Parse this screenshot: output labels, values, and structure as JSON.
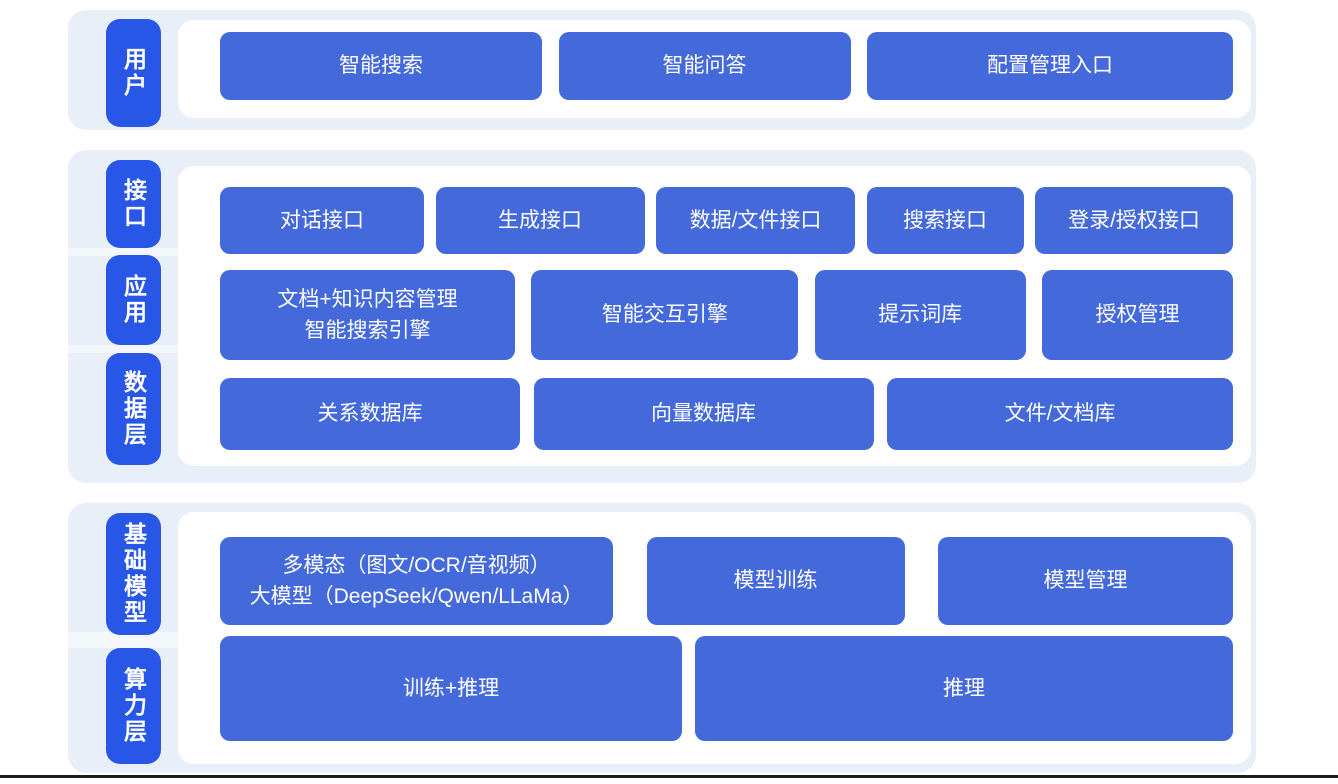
{
  "colors": {
    "section_panel_bg": "#e9eff8",
    "inner_panel_bg": "#ffffff",
    "layer_pill_blue": "#2857e8",
    "box_blue": "#4469da",
    "box_text": "#ffffff",
    "bottom_rule": "#1c1c1c"
  },
  "sections": [
    {
      "name": "user-layer",
      "labels": [
        {
          "text": "用户"
        }
      ],
      "rows": [
        {
          "boxes": [
            {
              "text": "智能搜索"
            },
            {
              "text": "智能问答"
            },
            {
              "text": "配置管理入口"
            }
          ]
        }
      ]
    },
    {
      "name": "api-app-data-layers",
      "labels": [
        {
          "text": "接口"
        },
        {
          "text": "应用"
        },
        {
          "text": "数据层"
        }
      ],
      "rows": [
        {
          "boxes": [
            {
              "text": "对话接口"
            },
            {
              "text": "生成接口"
            },
            {
              "text": "数据/文件接口"
            },
            {
              "text": "搜索接口"
            },
            {
              "text": "登录/授权接口"
            }
          ]
        },
        {
          "boxes": [
            {
              "text": "文档+知识内容管理\n智能搜索引擎"
            },
            {
              "text": "智能交互引擎"
            },
            {
              "text": "提示词库"
            },
            {
              "text": "授权管理"
            }
          ]
        },
        {
          "boxes": [
            {
              "text": "关系数据库"
            },
            {
              "text": "向量数据库"
            },
            {
              "text": "文件/文档库"
            }
          ]
        }
      ]
    },
    {
      "name": "model-compute-layers",
      "labels": [
        {
          "text": "基础模型"
        },
        {
          "text": "算力层"
        }
      ],
      "rows": [
        {
          "boxes": [
            {
              "text": "多模态（图文/OCR/音视频）\n大模型（DeepSeek/Qwen/LLaMa）"
            },
            {
              "text": "模型训练"
            },
            {
              "text": "模型管理"
            }
          ]
        },
        {
          "boxes": [
            {
              "text": "训练+推理"
            },
            {
              "text": "推理"
            }
          ]
        }
      ]
    }
  ]
}
